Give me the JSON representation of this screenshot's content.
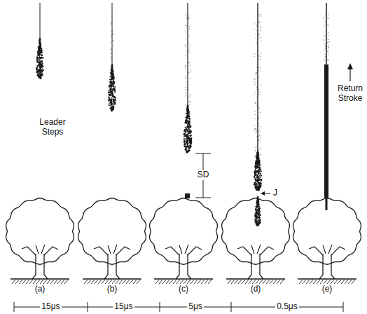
{
  "diagram": {
    "labels": [
      "Leader Steps",
      "SD",
      "J",
      "Return Stroke",
      "(a)",
      "(b)",
      "(c)",
      "(d)",
      "(e)",
      "15μs",
      "15μs",
      "5μs",
      "0.5μs"
    ]
  }
}
